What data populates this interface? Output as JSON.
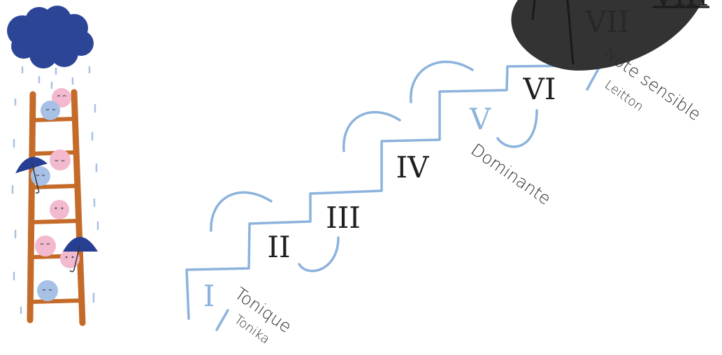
{
  "colors": {
    "accent_blue": "#8cb3dd",
    "dark": "#1f1f1f",
    "cloud": "#2d4596",
    "ladder": "#c46b2a",
    "umbrella": "#263f93",
    "pink_face": "#f3b9cf",
    "blue_face": "#a7c0e6",
    "rain": "#a9c1e3",
    "shadow": "#333333"
  },
  "degrees": [
    {
      "numeral": "I",
      "color": "accent_blue"
    },
    {
      "numeral": "II",
      "color": "dark"
    },
    {
      "numeral": "III",
      "color": "dark"
    },
    {
      "numeral": "IV",
      "color": "dark"
    },
    {
      "numeral": "V",
      "color": "accent_blue"
    },
    {
      "numeral": "VI",
      "color": "dark"
    },
    {
      "numeral": "VII",
      "color": "dark"
    },
    {
      "numeral": "VIII",
      "color": "dark"
    }
  ],
  "labels": {
    "tonic": {
      "primary": "Tonique",
      "secondary": "Tonika"
    },
    "dominant": {
      "primary": "Dominante"
    },
    "leading": {
      "primary": "Note sensible",
      "secondary": "Leitton"
    }
  },
  "illustration": {
    "cloud_icon": "rain-cloud",
    "ladder_icon": "ladder",
    "umbrella_icon": "umbrella",
    "faces": [
      "pink",
      "blue",
      "pink",
      "blue",
      "pink",
      "pink",
      "pink",
      "blue"
    ]
  }
}
